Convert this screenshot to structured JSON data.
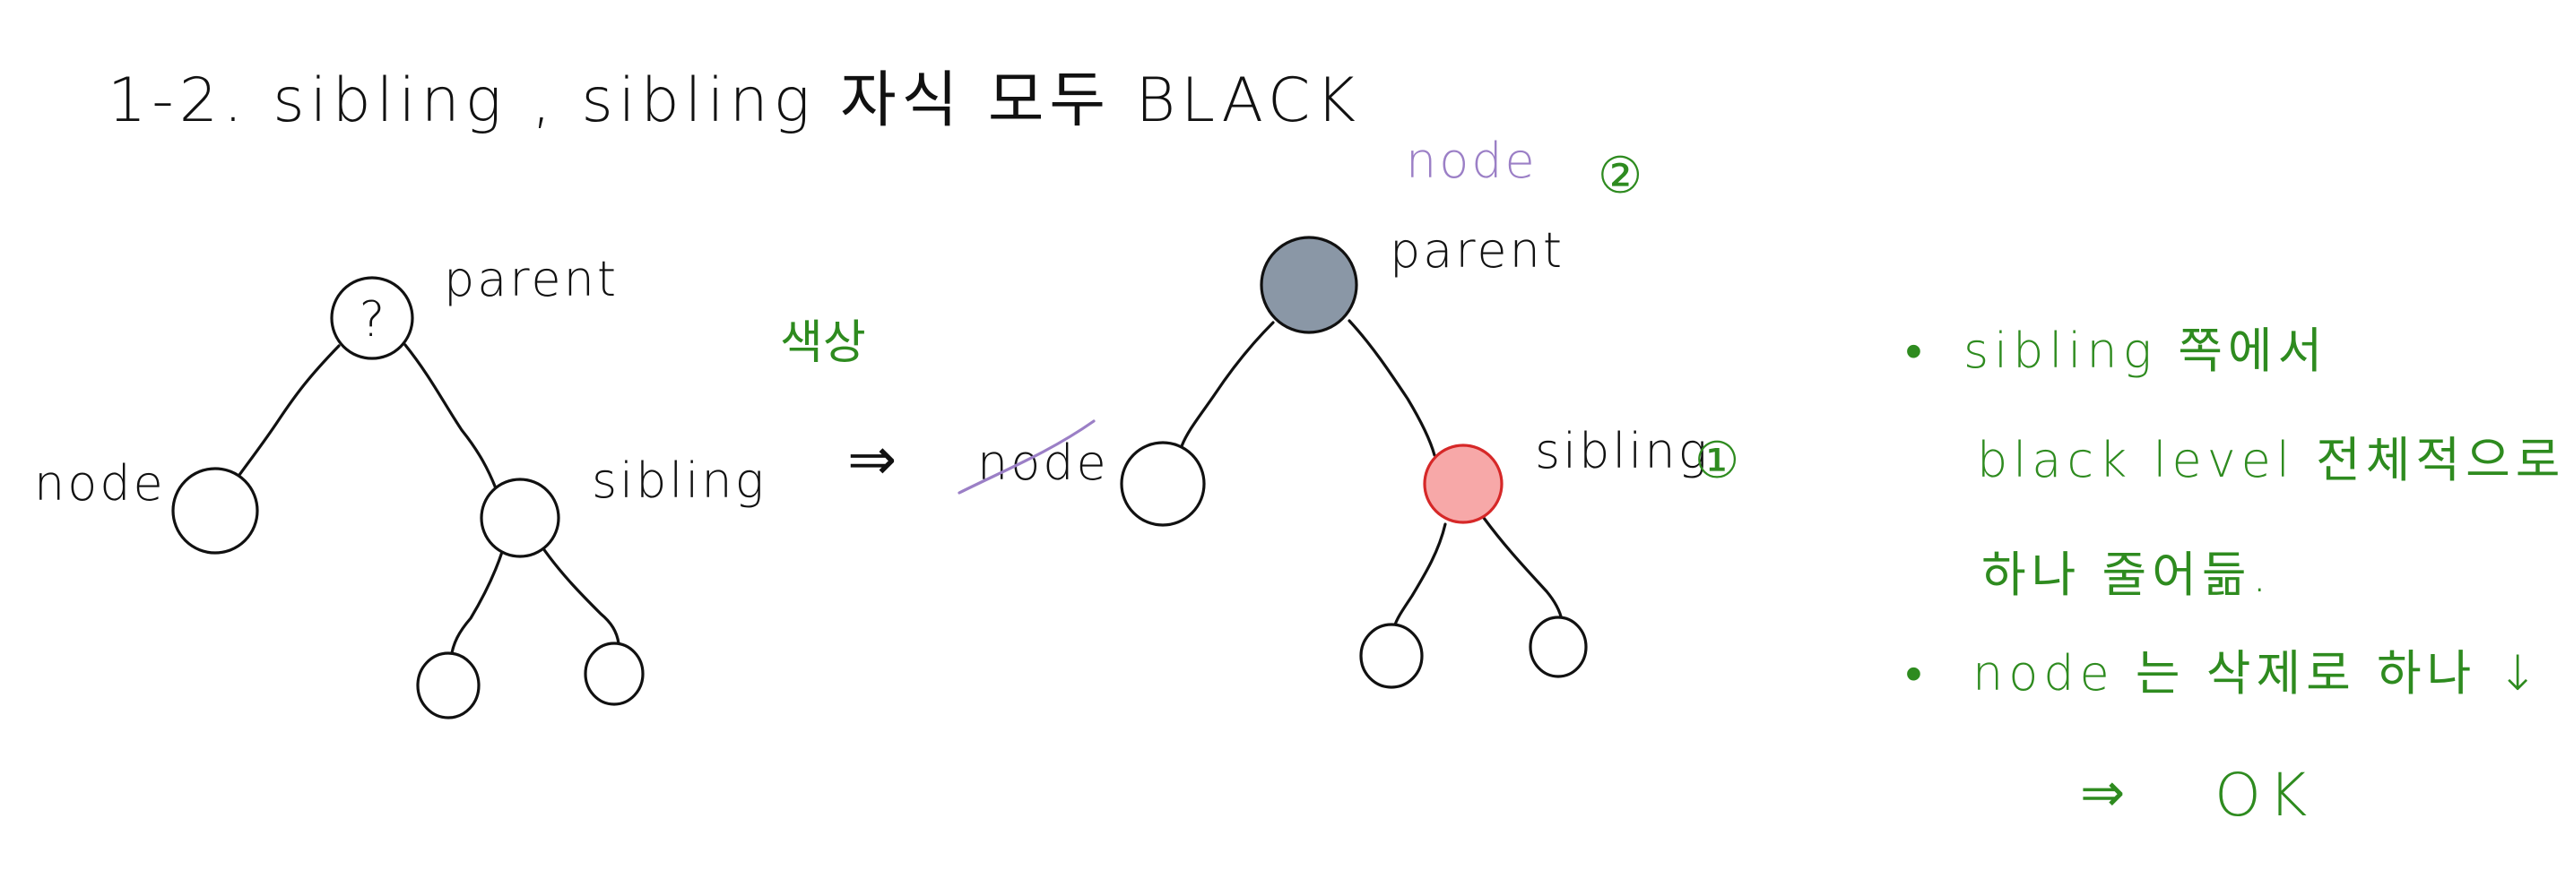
{
  "title": "1-2. sibling , sibling 자식 모두 BLACK",
  "colors": {
    "ink": "#111111",
    "green": "#2e8b1f",
    "purple": "#9b7fc6",
    "gray_node": "#8a97a6",
    "red_node_fill": "#f7a8a8",
    "red_node_stroke": "#d62828"
  },
  "left_tree": {
    "parent_symbol": "?",
    "parent_label": "parent",
    "node_label": "node",
    "sibling_label": "sibling"
  },
  "transition": {
    "arrow": "⇒",
    "color_annotation": "색상",
    "removed_node_label": "node"
  },
  "right_tree": {
    "parent_label": "parent",
    "sibling_label": "sibling",
    "moved_label": "node",
    "step_parent": "②",
    "step_sibling": "①"
  },
  "notes": {
    "bullet": "•",
    "line1": "sibling 쪽에서",
    "line2": "black level 전체적으로",
    "line3": "하나 줄어듦.",
    "line4": "node 는 삭제로 하나 ↓",
    "result_arrow": "⇒",
    "result": "OK"
  }
}
